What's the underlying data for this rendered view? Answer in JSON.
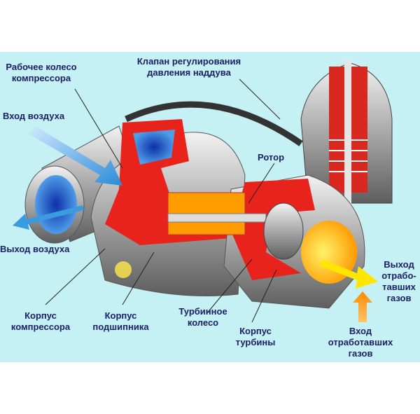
{
  "title": "Устройство турбокомпрессора",
  "labels": {
    "compressor_wheel": "Рабочее колесо\nкомпрессора",
    "wastegate": "Клапан регулирования\nдавления наддува",
    "air_inlet": "Вход воздуха",
    "rotor": "Ротор",
    "air_outlet": "Выход воздуха",
    "exhaust_outlet": "Выход\nотрабо-\nтавших\nгазов",
    "compressor_housing": "Корпус\nкомпрессора",
    "bearing_housing": "Корпус\nподшипника",
    "turbine_wheel": "Турбинное\nколесо",
    "turbine_housing": "Корпус\nтурбины",
    "exhaust_inlet": "Вход\nотработавших\nгазов"
  },
  "colors": {
    "background": "#c6f1f4",
    "text": "#1c2064",
    "section": "#e8231c",
    "hot": "#ffb400",
    "cold_air": "#3a9be0"
  }
}
